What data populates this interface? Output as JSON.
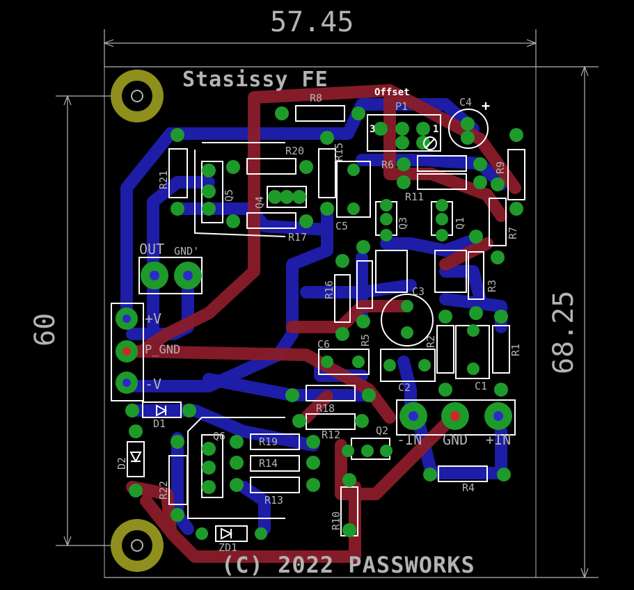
{
  "board": {
    "title": "Stasissy FE",
    "copyright": "(C) 2022 PASSWORKS"
  },
  "dimensions": {
    "width": "57.45",
    "height_outer": "68.25",
    "height_inner": "60"
  },
  "connectors": {
    "out": "OUT",
    "gnd_out": "GND'",
    "pos_v": "+V",
    "p_gnd": "P_GND",
    "neg_v": "-V",
    "neg_in": "-IN",
    "gnd_in": "GND",
    "pos_in": "+IN"
  },
  "components": {
    "offset": "Offset",
    "P1": "P1",
    "P1_pin3": "3",
    "P1_pin1": "1",
    "C4": "C4",
    "C4_plus": "+",
    "R8": "R8",
    "R15": "R15",
    "R20": "R20",
    "R21": "R21",
    "Q5": "Q5",
    "Q4": "Q4",
    "R6": "R6",
    "R9": "R9",
    "R11": "R11",
    "R7": "R7",
    "C5": "C5",
    "Q3": "Q3",
    "Q1": "Q1",
    "R17": "R17",
    "R16": "R16",
    "R5": "R5",
    "C3": "C3",
    "R2": "R2",
    "R3": "R3",
    "R1": "R1",
    "C6": "C6",
    "C2": "C2",
    "C1": "C1",
    "D1": "D1",
    "D2": "D2",
    "R18": "R18",
    "R12": "R12",
    "Q2": "Q2",
    "Q6": "Q6",
    "R19": "R19",
    "R14": "R14",
    "R13": "R13",
    "R22": "R22",
    "R4": "R4",
    "R10": "R10",
    "ZD1": "ZD1"
  }
}
